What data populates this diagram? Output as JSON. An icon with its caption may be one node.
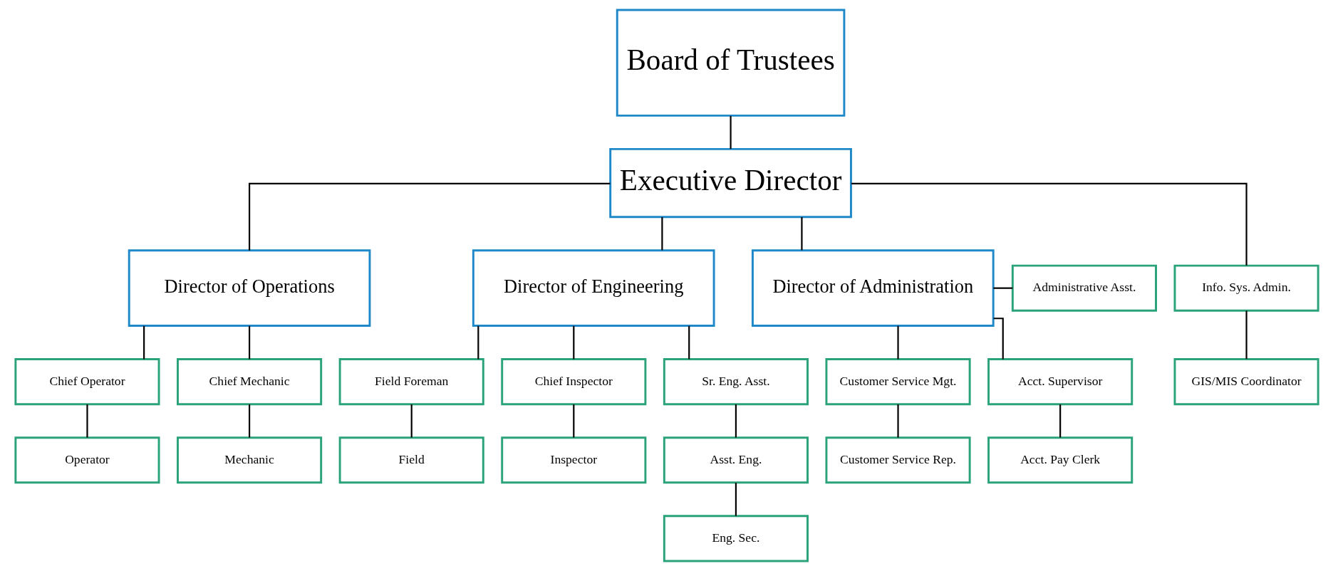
{
  "diagram": {
    "nodes": [
      {
        "text": [
          "Board of Trustees"
        ]
      },
      {
        "text": [
          "Executive Director"
        ]
      },
      {
        "text": [
          "Director of Operations"
        ]
      },
      {
        "text": [
          "Director of Engineering"
        ]
      },
      {
        "text": [
          "Director of Administration"
        ]
      },
      {
        "text": [
          "Administrative Asst."
        ]
      },
      {
        "text": [
          "Chief Operator"
        ]
      },
      {
        "text": [
          "Chief Mechanic"
        ]
      },
      {
        "text": [
          "Field Foreman"
        ]
      },
      {
        "text": [
          "Chief Inspector"
        ]
      },
      {
        "text": [
          "Sr. Eng. Asst."
        ]
      },
      {
        "text": [
          "Info. Sys. Admin."
        ]
      },
      {
        "text": [
          "Customer Service Mgt."
        ]
      },
      {
        "text": [
          "Acct. Supervisor"
        ]
      },
      {
        "text": [
          "Operator"
        ]
      },
      {
        "text": [
          "Mechanic"
        ]
      },
      {
        "text": [
          "Field"
        ]
      },
      {
        "text": [
          "Inspector"
        ]
      },
      {
        "text": [
          "Asst. Eng."
        ]
      },
      {
        "text": [
          "GIS/MIS Coordinator"
        ]
      },
      {
        "text": [
          "Customer Service Rep."
        ]
      },
      {
        "text": [
          "Acct. Pay Clerk"
        ]
      },
      {
        "text": [
          "Eng. Sec."
        ]
      }
    ],
    "edges": [
      {
        "from": 0,
        "to": 1,
        "arrow": "none"
      },
      {
        "from": 1,
        "to": 2,
        "arrow": "none"
      },
      {
        "from": 1,
        "to": 3,
        "arrow": "none"
      },
      {
        "from": 1,
        "to": 11,
        "arrow": "none"
      },
      {
        "from": 1,
        "to": 4,
        "arrow": "none"
      },
      {
        "from": 4,
        "to": 5,
        "arrow": "none"
      },
      {
        "from": 2,
        "to": 6,
        "arrow": "none"
      },
      {
        "from": 2,
        "to": 7,
        "arrow": "none"
      },
      {
        "from": 3,
        "to": 8,
        "arrow": "none"
      },
      {
        "from": 3,
        "to": 9,
        "arrow": "none"
      },
      {
        "from": 3,
        "to": 10,
        "arrow": "none"
      },
      {
        "from": 4,
        "to": 12,
        "arrow": "none"
      },
      {
        "from": 4,
        "to": 13,
        "arrow": "none"
      },
      {
        "from": 6,
        "to": 14,
        "arrow": "none"
      },
      {
        "from": 7,
        "to": 15,
        "arrow": "none"
      },
      {
        "from": 8,
        "to": 16,
        "arrow": "none"
      },
      {
        "from": 9,
        "to": 17,
        "arrow": "none"
      },
      {
        "from": 10,
        "to": 18,
        "arrow": "none"
      },
      {
        "from": 18,
        "to": 22,
        "arrow": "none"
      },
      {
        "from": 11,
        "to": 19,
        "arrow": "none"
      },
      {
        "from": 12,
        "to": 20,
        "arrow": "none"
      },
      {
        "from": 13,
        "to": 21,
        "arrow": "none"
      }
    ]
  }
}
